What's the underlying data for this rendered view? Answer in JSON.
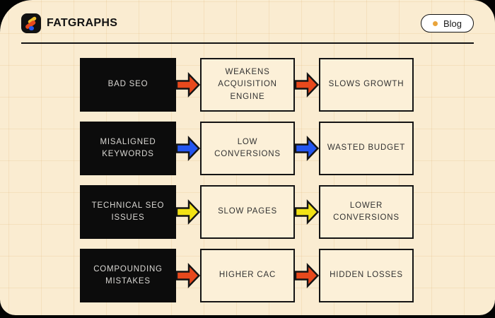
{
  "header": {
    "brand": "FATGRAPHS",
    "blog_label": "Blog"
  },
  "icons": {
    "logo": "fatgraphs-mark",
    "blog_dot": "amber-dot",
    "arrow": "block-arrow-right"
  },
  "colors": {
    "page_background": "#030303",
    "card_background": "#FAECD1",
    "grid_line": "#E5C591",
    "dark_box": "#0C0C0C",
    "light_box": "#FCF0D8",
    "border": "#141414",
    "arrow_orange": "#E8491D",
    "arrow_blue": "#2456F0",
    "arrow_yellow": "#F2E215",
    "blog_dot": "#E9A43C"
  },
  "diagram": {
    "rows": [
      {
        "cause": "BAD SEO",
        "effect1": "WEAKENS ACQUISITION ENGINE",
        "effect2": "SLOWS GROWTH",
        "arrow_color": "#E8491D"
      },
      {
        "cause": "MISALIGNED KEYWORDS",
        "effect1": "LOW CONVERSIONS",
        "effect2": "WASTED BUDGET",
        "arrow_color": "#2456F0"
      },
      {
        "cause": "TECHNICAL SEO ISSUES",
        "effect1": "SLOW PAGES",
        "effect2": "LOWER CONVERSIONS",
        "arrow_color": "#F2E215"
      },
      {
        "cause": "COMPOUNDING MISTAKES",
        "effect1": "HIGHER CAC",
        "effect2": "HIDDEN LOSSES",
        "arrow_color": "#E8491D"
      }
    ]
  }
}
